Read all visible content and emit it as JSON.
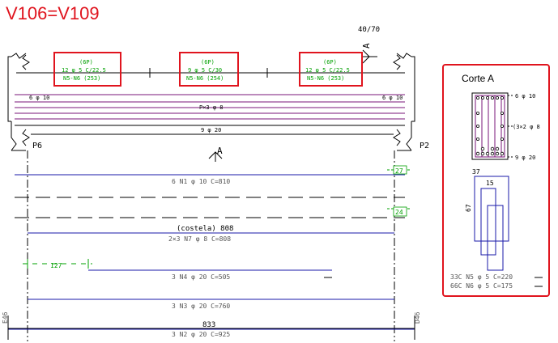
{
  "beam": {
    "title": "V106=V109",
    "dimension_label": "40/70",
    "left_support": "P6",
    "right_support": "P2",
    "section_marker": "A",
    "left_axis_label": "E46",
    "right_axis_label": "D46"
  },
  "stirrup_callouts": [
    {
      "count": "(6P)",
      "spec": "12 φ 5 C/22.5",
      "ref": "N5-N6 (253)"
    },
    {
      "count": "(6P)",
      "spec": "9 φ 5 C/30",
      "ref": "N5-N6 (254)"
    },
    {
      "count": "(6P)",
      "spec": "12 φ 5 C/22.5",
      "ref": "N5-N6 (253)"
    }
  ],
  "elevation_labels": {
    "top_bars_left": "6 φ 10",
    "top_bars_right": "6 φ 10",
    "skin_bars": "P×3 φ 8",
    "bottom_bars": "9 φ 20"
  },
  "rebar_schedule": [
    {
      "label": "6 N1 φ 10 C=810",
      "dim": "27"
    },
    {
      "label": "(costela) 808",
      "dim": "24"
    },
    {
      "label": "2×3 N7 φ 8 C=808"
    },
    {
      "label": "3 N4 φ 20 C=505",
      "dim": "127"
    },
    {
      "label": "3 N3 φ 20 C=760"
    },
    {
      "label": "3 N2 φ 20 C=925",
      "dim": "833"
    }
  ],
  "section": {
    "title": "Corte A",
    "top_label": "6 φ 10",
    "side_label": "(3×2 φ 8",
    "bottom_label": "9 φ 20",
    "stirrup_width": "37",
    "stirrup_inner": "15",
    "stirrup_height": "67",
    "stirrup_line_1": "33C N5 φ 5 C=220",
    "stirrup_line_2": "66C N6 φ 5 C=175"
  },
  "colors": {
    "frame_red": "#e0141e",
    "green_text": "#00a000",
    "bar_blue": "#1a1aa8",
    "magenta": "#7a1478",
    "black": "#000000",
    "grey_text": "#555555"
  }
}
